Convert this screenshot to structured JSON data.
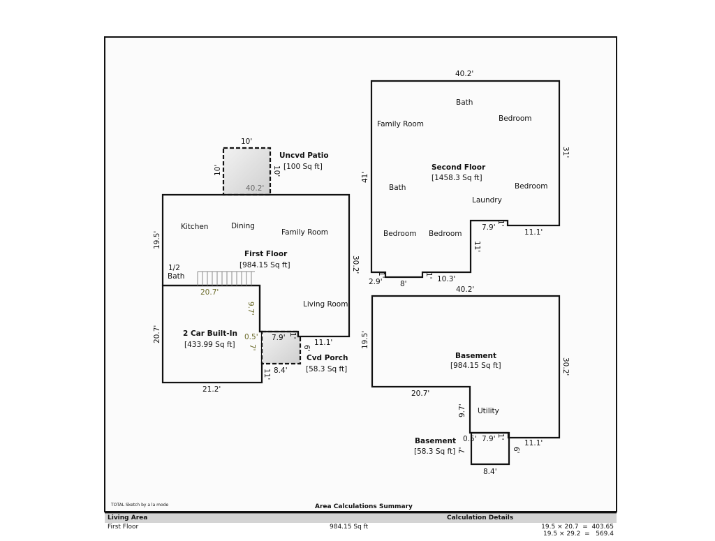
{
  "footer": {
    "credit": "TOTAL Sketch by a la mode",
    "summary_title": "Area Calculations Summary"
  },
  "table": {
    "headers": {
      "living_area": "Living Area",
      "calc_details": "Calculation Details"
    },
    "rows": [
      {
        "name": "First Floor",
        "area": "984.15 Sq ft",
        "calc": [
          "19.5 × 20.7  =  403.65",
          "19.5 × 29.2  =   569.4"
        ]
      }
    ]
  },
  "first_floor": {
    "title": "First Floor",
    "area": "[984.15 Sq ft]",
    "rooms": [
      "Kitchen",
      "Dining",
      "Family Room",
      "1/2",
      "Bath",
      "Living Room"
    ],
    "dims": [
      "19.5'",
      "30.2'",
      "20.7'",
      "11.1'",
      "9.7'",
      "0.5'",
      "7'",
      "40.2'"
    ]
  },
  "patio": {
    "title": "Uncvd Patio",
    "area": "[100 Sq ft]",
    "dims": [
      "10'",
      "10'",
      "10'"
    ]
  },
  "garage": {
    "title": "2 Car Built-In",
    "area": "[433.99 Sq ft]",
    "dims": [
      "20.7'",
      "21.2'"
    ]
  },
  "porch": {
    "title": "Cvd Porch",
    "area": "[58.3 Sq ft]",
    "dims": [
      "7.9'",
      "1'",
      "6'",
      "8.4'",
      "11'"
    ]
  },
  "second_floor": {
    "title": "Second Floor",
    "area": "[1458.3 Sq ft]",
    "rooms": [
      "Bath",
      "Family Room",
      "Bedroom",
      "Bath",
      "Bedroom",
      "Laundry",
      "Bedroom",
      "Bedroom"
    ],
    "dims": [
      "40.2'",
      "31'",
      "41'",
      "7.9'",
      "1'",
      "11.1'",
      "11'",
      "2.9'",
      "1'",
      "8'",
      "1'",
      "10.3'",
      "40.2'"
    ]
  },
  "basement": {
    "title": "Basement",
    "area": "[984.15 Sq ft]",
    "rooms": [
      "Utility"
    ],
    "dims": [
      "19.5'",
      "30.2'",
      "20.7'",
      "9.7'",
      "0.5'",
      "7.9'",
      "1'",
      "11.1'",
      "7'",
      "6'",
      "8.4'"
    ]
  },
  "basement2": {
    "title": "Basement",
    "area": "[58.3 Sq ft]"
  }
}
